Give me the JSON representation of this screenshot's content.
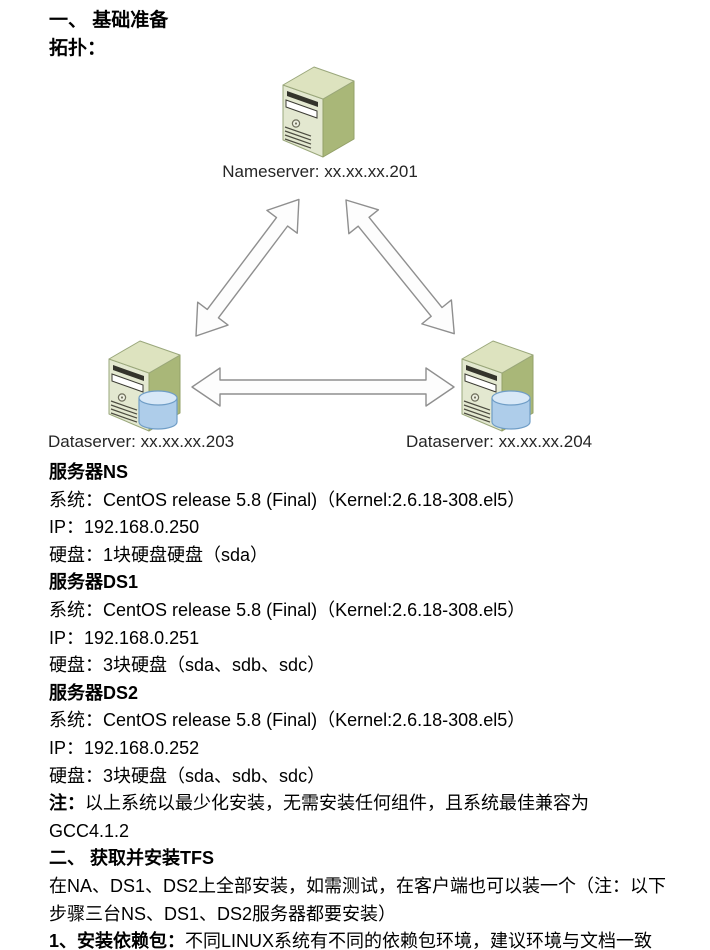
{
  "page": {
    "background": "#ffffff",
    "text_color": "#000000"
  },
  "document": {
    "heading1": "一、 基础准备",
    "topology_label": "拓扑：",
    "diagram": {
      "nodes": [
        {
          "name": "nameserver",
          "icon": "server-icon",
          "label": "Nameserver: xx.xx.xx.201"
        },
        {
          "name": "dataserver-1",
          "icon": "server-with-disk-icon",
          "label": "Dataserver: xx.xx.xx.203"
        },
        {
          "name": "dataserver-2",
          "icon": "server-with-disk-icon",
          "label": "Dataserver: xx.xx.xx.204"
        }
      ],
      "connections": [
        "nameserver <-> dataserver-1",
        "nameserver <-> dataserver-2",
        "dataserver-1 <-> dataserver-2"
      ],
      "colors": {
        "server_top": "#dde3bf",
        "server_front": "#e3e8d0",
        "server_side": "#a9b778",
        "disk_top": "#d8e8f7",
        "disk_body": "#aecdea",
        "arrow_fill": "#fdfdfd",
        "arrow_stroke": "#8f8f8f"
      }
    },
    "lines": [
      {
        "bold": "服务器NS",
        "text": ""
      },
      {
        "bold": "",
        "text": "系统：CentOS release 5.8 (Final)（Kernel:2.6.18-308.el5）"
      },
      {
        "bold": "",
        "text": "IP：192.168.0.250"
      },
      {
        "bold": "",
        "text": "硬盘：1块硬盘硬盘（sda）"
      },
      {
        "bold": "服务器DS1",
        "text": ""
      },
      {
        "bold": "",
        "text": "系统：CentOS release 5.8 (Final)（Kernel:2.6.18-308.el5）"
      },
      {
        "bold": "",
        "text": "IP：192.168.0.251"
      },
      {
        "bold": "",
        "text": "硬盘：3块硬盘（sda、sdb、sdc）"
      },
      {
        "bold": "服务器DS2",
        "text": ""
      },
      {
        "bold": "",
        "text": "系统：CentOS release 5.8 (Final)（Kernel:2.6.18-308.el5）"
      },
      {
        "bold": "",
        "text": "IP：192.168.0.252"
      },
      {
        "bold": "",
        "text": "硬盘：3块硬盘（sda、sdb、sdc）"
      },
      {
        "bold": "注：",
        "text": "以上系统以最少化安装，无需安装任何组件，且系统最佳兼容为"
      },
      {
        "bold": "",
        "text": "GCC4.1.2"
      },
      {
        "bold": "二、 获取并安装TFS",
        "text": ""
      },
      {
        "bold": "",
        "text": "在NA、DS1、DS2上全部安装，如需测试，在客户端也可以装一个（注：以下"
      },
      {
        "bold": "",
        "text": "步骤三台NS、DS1、DS2服务器都要安装）"
      },
      {
        "bold": "1、安装依赖包：",
        "text": "不同LINUX系统有不同的依赖包环境，建议环境与文档一致"
      }
    ]
  }
}
